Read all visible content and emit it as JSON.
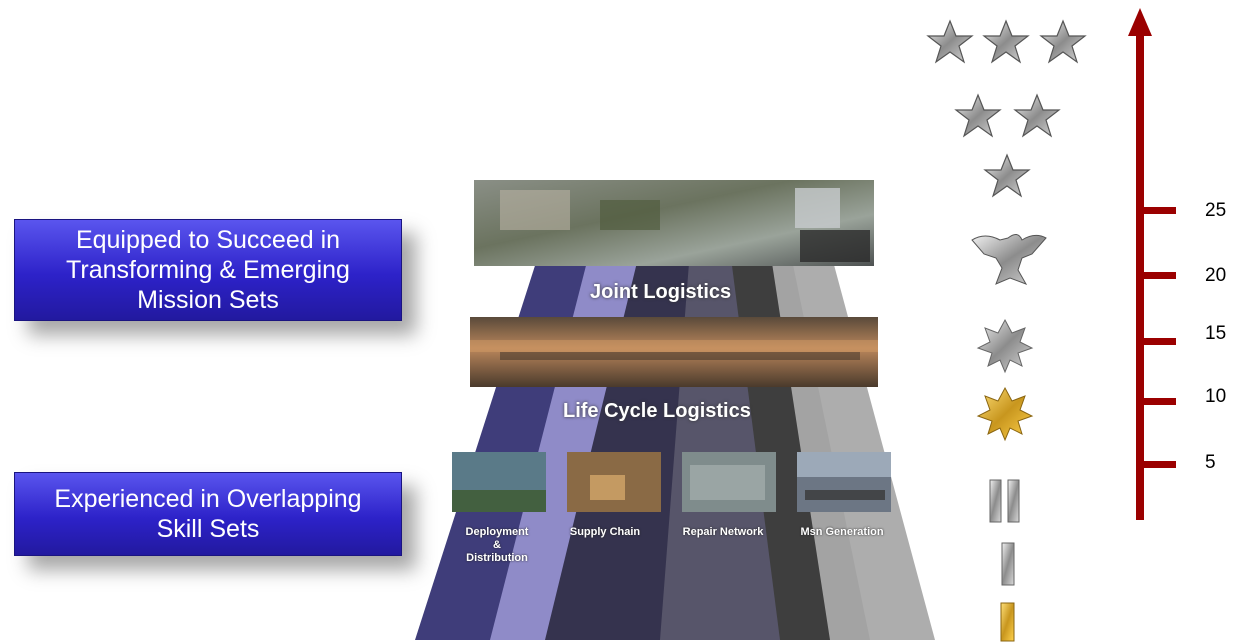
{
  "left_boxes": [
    {
      "text": "Equipped to Succeed in\nTransforming & Emerging\nMission Sets"
    },
    {
      "text": "Experienced in Overlapping\nSkill Sets"
    }
  ],
  "pyramid_labels": {
    "top": "Joint Logistics",
    "middle": "Life Cycle Logistics"
  },
  "skills": [
    {
      "label": "Deployment\n&\nDistribution"
    },
    {
      "label": "Supply Chain"
    },
    {
      "label": "Repair Network"
    },
    {
      "label": "Msn Generation"
    }
  ],
  "scale": {
    "ticks": [
      "25",
      "20",
      "15",
      "10",
      "5"
    ],
    "arrow_color": "#9b0000"
  },
  "ranks": [
    {
      "name": "three-star-insignia"
    },
    {
      "name": "two-star-insignia"
    },
    {
      "name": "one-star-insignia"
    },
    {
      "name": "eagle-insignia"
    },
    {
      "name": "silver-oak-leaf-insignia"
    },
    {
      "name": "gold-oak-leaf-insignia"
    },
    {
      "name": "double-bar-insignia"
    },
    {
      "name": "silver-bar-insignia"
    },
    {
      "name": "gold-bar-insignia"
    }
  ]
}
